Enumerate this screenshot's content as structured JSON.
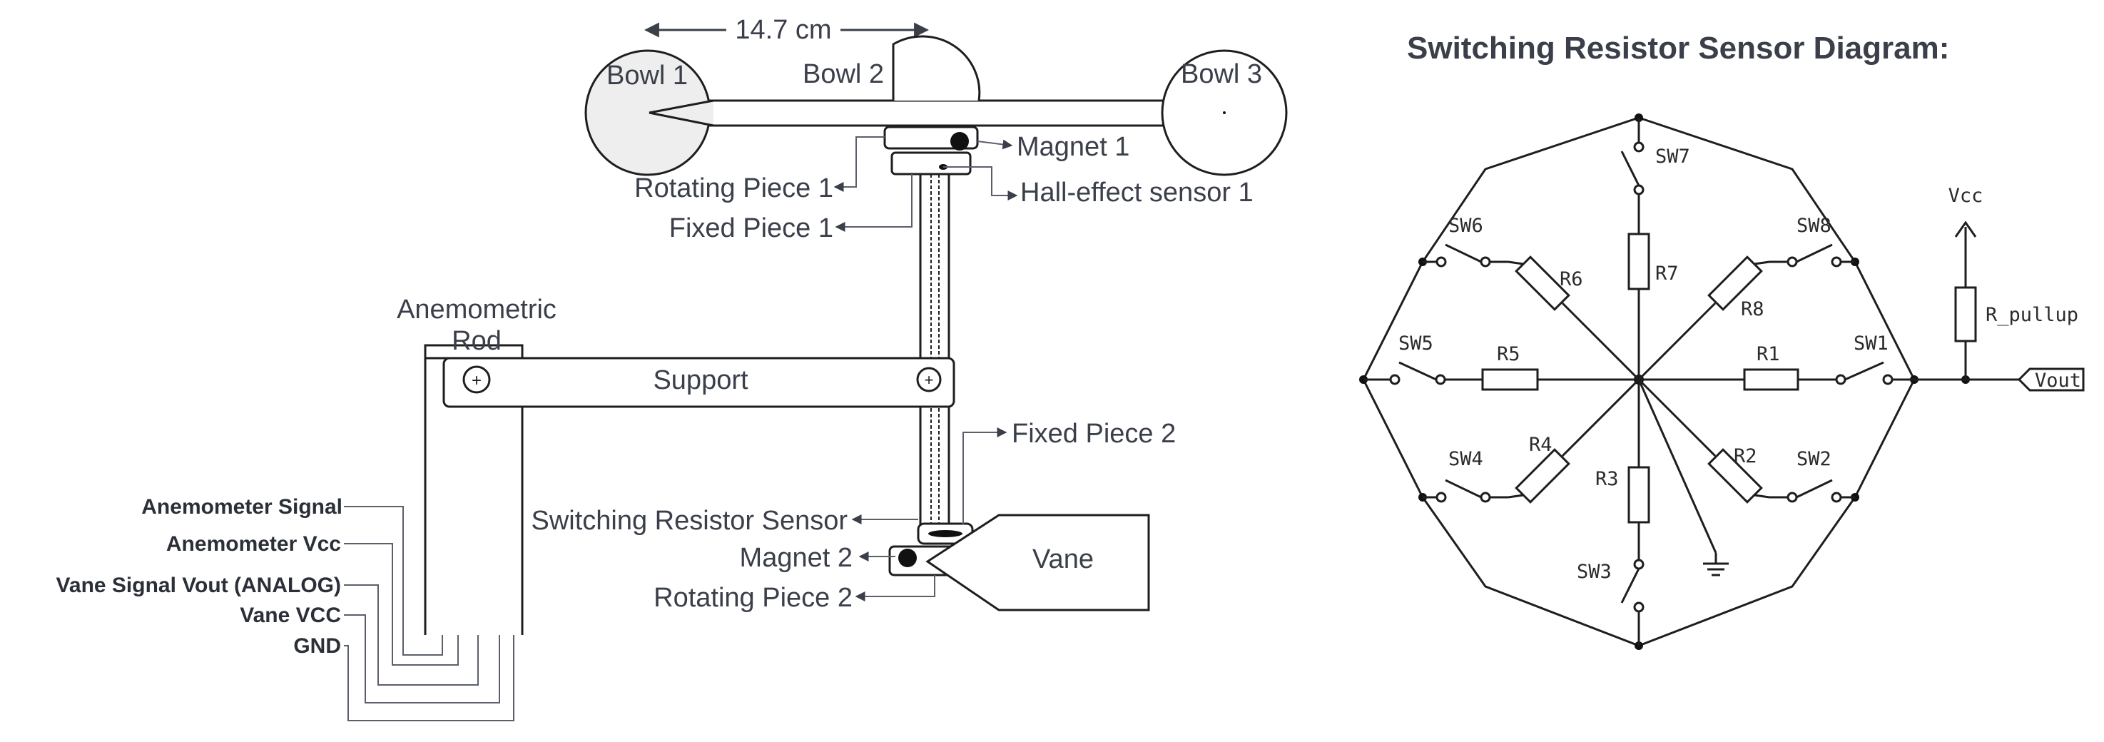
{
  "left": {
    "dimension": "14.7 cm",
    "bowl1": "Bowl 1",
    "bowl2": "Bowl 2",
    "bowl3": "Bowl 3",
    "magnet1": "Magnet 1",
    "rotating1": "Rotating Piece 1",
    "hall1": "Hall-effect sensor 1",
    "fixed1": "Fixed Piece 1",
    "rod_line1": "Anemometric",
    "rod_line2": "Rod",
    "support": "Support",
    "fixed2": "Fixed Piece 2",
    "switching": "Switching Resistor Sensor",
    "magnet2": "Magnet 2",
    "vane": "Vane",
    "rotating2": "Rotating Piece 2",
    "wires": [
      "Anemometer Signal",
      "Anemometer Vcc",
      "Vane Signal Vout (ANALOG)",
      "Vane VCC",
      "GND"
    ]
  },
  "right": {
    "title": "Switching Resistor Sensor Diagram:",
    "vcc": "Vcc",
    "r_pullup": "R_pullup",
    "vout": "Vout",
    "switches": [
      "SW1",
      "SW2",
      "SW3",
      "SW4",
      "SW5",
      "SW6",
      "SW7",
      "SW8"
    ],
    "resistors": [
      "R1",
      "R2",
      "R3",
      "R4",
      "R5",
      "R6",
      "R7",
      "R8"
    ]
  }
}
